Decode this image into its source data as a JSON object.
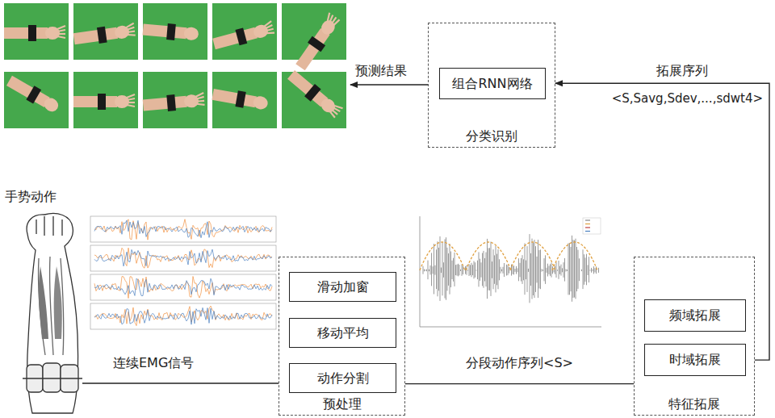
{
  "diagram": {
    "nodes": [
      {
        "text": [
          "分类识别"
        ]
      },
      {
        "text": [
          "组合RNN网络"
        ],
        "in": 0
      },
      {
        "text": [
          "预处理"
        ]
      },
      {
        "text": [
          "滑动加窗"
        ],
        "in": 2
      },
      {
        "text": [
          "移动平均"
        ],
        "in": 2
      },
      {
        "text": [
          "动作分割"
        ],
        "in": 2
      },
      {
        "text": [
          "特征拓展"
        ]
      },
      {
        "text": [
          "频域拓展"
        ],
        "in": 6
      },
      {
        "text": [
          "时域拓展"
        ],
        "in": 6
      }
    ],
    "edges": [
      {
        "from": 2,
        "to": 6,
        "arrow": "none",
        "label": "分段动作序列<S>"
      },
      {
        "from": 6,
        "to": 0,
        "arrow": "to",
        "label": "拓展序列"
      }
    ],
    "labels": [
      "预测结果",
      "<S,Savg,Sdev,...,sdwt4>",
      "手势动作",
      "连续EMG信号"
    ]
  }
}
